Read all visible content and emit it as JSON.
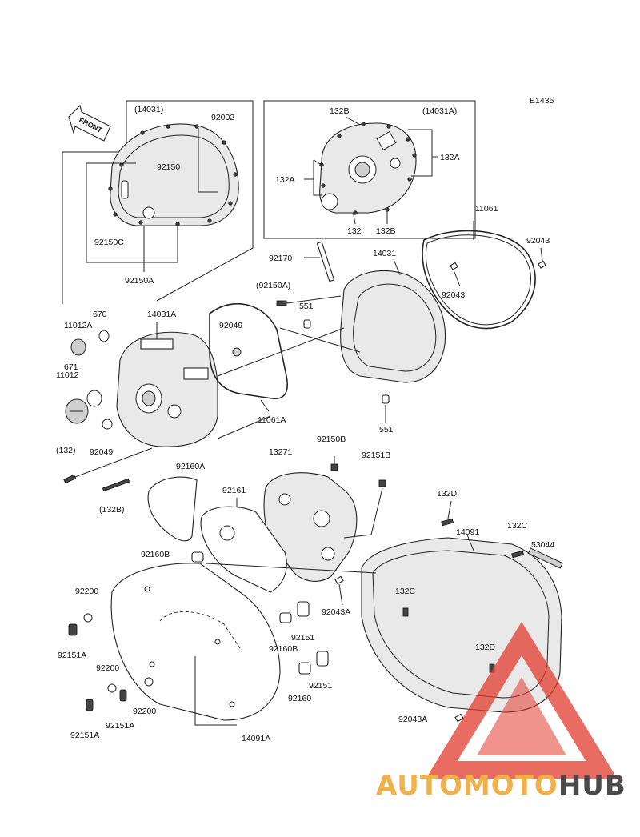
{
  "diagram_code": "E1435",
  "front_label": "FRONT",
  "watermark": {
    "part1": "AUTOMOTO",
    "part2": "HUB",
    "color1": "#f0b14a",
    "color2": "#4a4a4a",
    "triangle_color": "#e23b2e"
  },
  "labels": {
    "box1_title": "(14031)",
    "box1_92002": "92002",
    "box1_92150": "92150",
    "box1_92150C": "92150C",
    "box1_92150A": "92150A",
    "box2_132B_top": "132B",
    "box2_title": "(14031A)",
    "box2_132A_right": "132A",
    "box2_132A_left": "132A",
    "box2_132": "132",
    "box2_132B_bottom": "132B",
    "p11061": "11061",
    "p92043_r": "92043",
    "p92043_c": "92043",
    "p14031": "14031",
    "p92170": "92170",
    "p92150A": "(92150A)",
    "p551_top": "551",
    "p551_bot": "551",
    "p670": "670",
    "p11012A": "11012A",
    "p14031A": "14031A",
    "p92049_top": "92049",
    "p671": "671",
    "p11012": "11012",
    "p11061A": "11061A",
    "p132_paren": "(132)",
    "p92049_bot": "92049",
    "p132B_paren": "(132B)",
    "p13271": "13271",
    "p92150B": "92150B",
    "p92151B": "92151B",
    "p92160A": "92160A",
    "p92161": "92161",
    "p92160B_top": "92160B",
    "p132D_top": "132D",
    "p14091": "14091",
    "p132C_top": "132C",
    "p53044": "53044",
    "p92200_top": "92200",
    "p92151A_l": "92151A",
    "p92043A_mid": "92043A",
    "p132C_mid": "132C",
    "p92160B_bot": "92160B",
    "p92151_top": "92151",
    "p92200_mid": "92200",
    "p92160": "92160",
    "p92151_bot": "92151",
    "p132D_bot": "132D",
    "p92200_bot": "92200",
    "p92151A_mid": "92151A",
    "p92151A_bot": "92151A",
    "p14091A": "14091A",
    "p92043A_bot": "92043A"
  }
}
